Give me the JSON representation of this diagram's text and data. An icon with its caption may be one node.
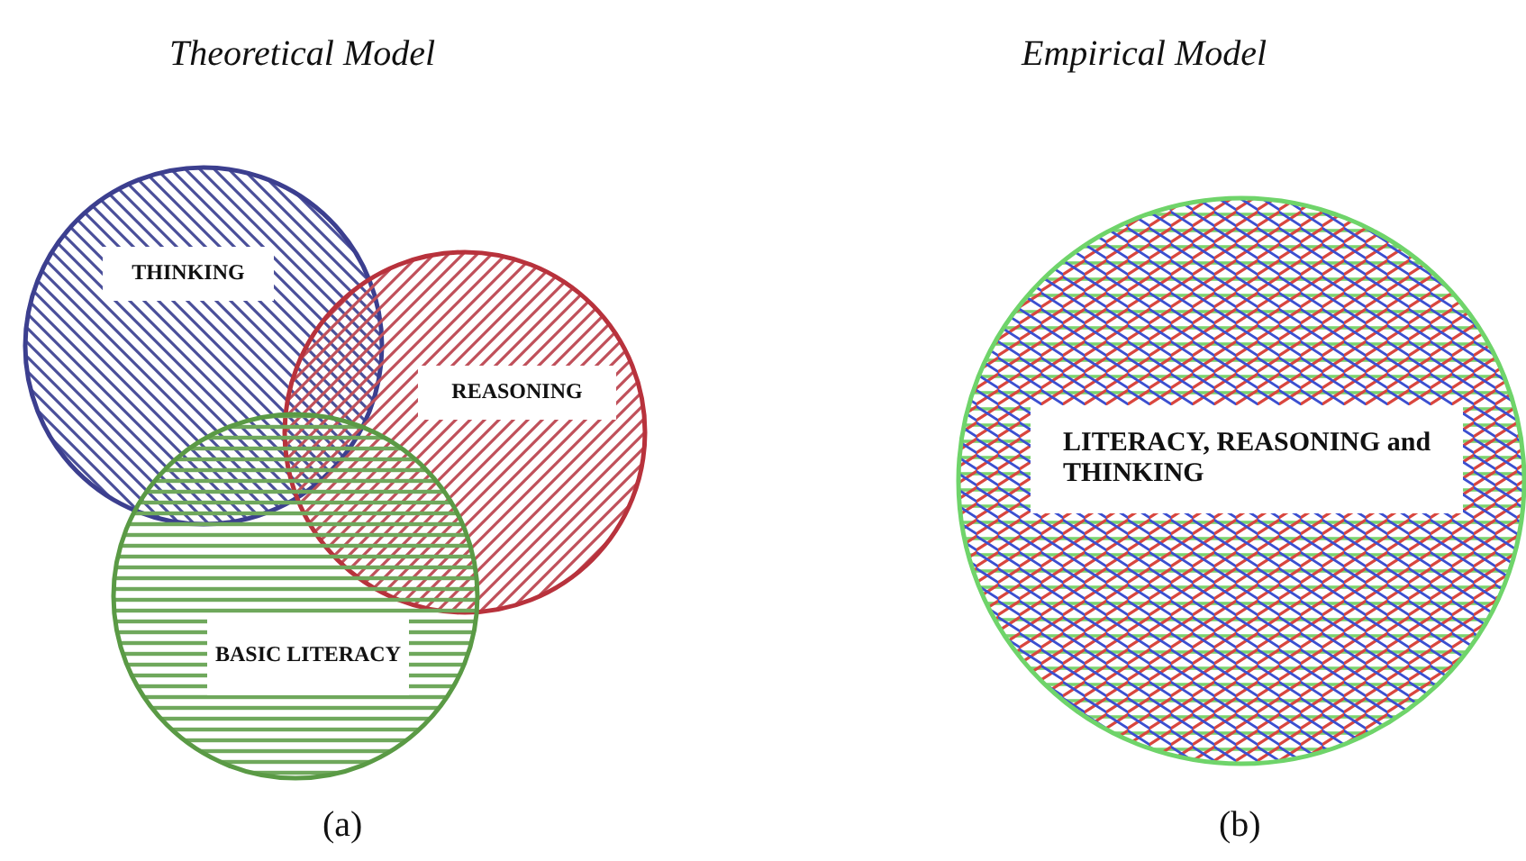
{
  "diagram": {
    "nodes": [
      {
        "text": [
          "THINKING"
        ]
      },
      {
        "text": [
          "REASONING"
        ]
      },
      {
        "text": [
          "BASIC LITERACY"
        ]
      },
      {
        "text": [
          "LITERACY, REASONING and THINKING"
        ]
      }
    ],
    "labels": [
      "Theoretical Model",
      "Empirical Model",
      "(a)",
      "(b)"
    ]
  }
}
